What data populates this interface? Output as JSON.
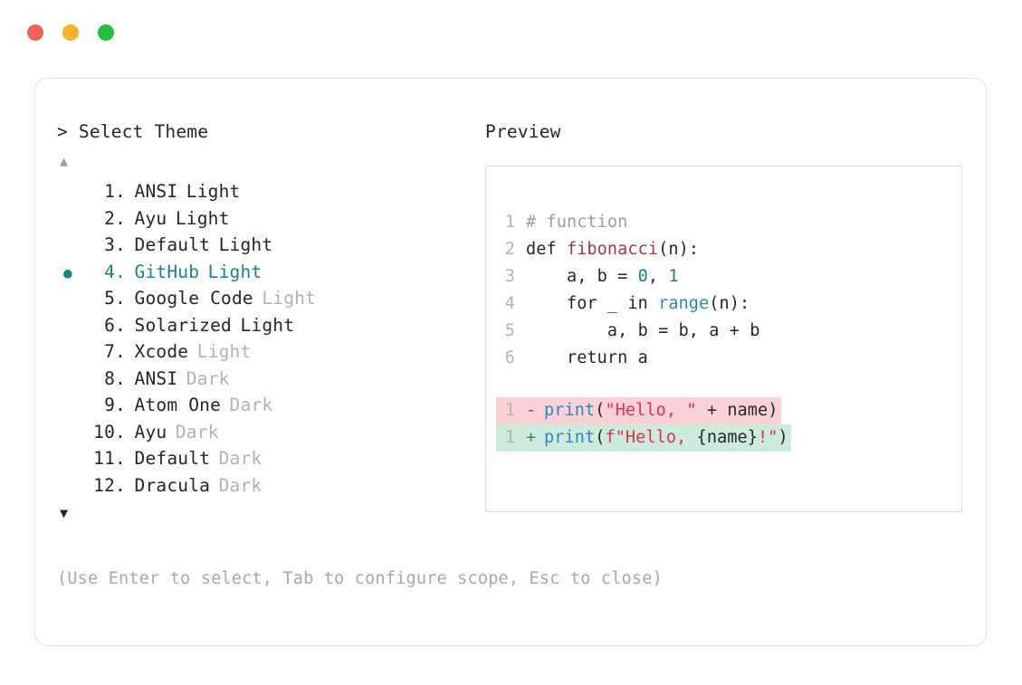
{
  "window": {
    "dots": [
      {
        "name": "close-dot",
        "color": "#f2605a"
      },
      {
        "name": "minimize-dot",
        "color": "#f5b32b"
      },
      {
        "name": "maximize-dot",
        "color": "#22be3f"
      }
    ]
  },
  "prompt": {
    "heading": "> Select Theme",
    "scroll_up": "▲",
    "scroll_down": "▼",
    "hint": "(Use Enter to select, Tab to configure scope, Esc to close)"
  },
  "theme_list": {
    "selected_index": 4,
    "bullet": "●",
    "items": [
      {
        "index": "1.",
        "name": "ANSI",
        "variant": "Light",
        "variant_muted": false,
        "selected": false
      },
      {
        "index": "2.",
        "name": "Ayu",
        "variant": "Light",
        "variant_muted": false,
        "selected": false
      },
      {
        "index": "3.",
        "name": "Default",
        "variant": "Light",
        "variant_muted": false,
        "selected": false
      },
      {
        "index": "4.",
        "name": "GitHub",
        "variant": "Light",
        "variant_muted": false,
        "selected": true
      },
      {
        "index": "5.",
        "name": "Google Code",
        "variant": "Light",
        "variant_muted": true,
        "selected": false
      },
      {
        "index": "6.",
        "name": "Solarized",
        "variant": "Light",
        "variant_muted": false,
        "selected": false
      },
      {
        "index": "7.",
        "name": "Xcode",
        "variant": "Light",
        "variant_muted": true,
        "selected": false
      },
      {
        "index": "8.",
        "name": "ANSI",
        "variant": "Dark",
        "variant_muted": true,
        "selected": false
      },
      {
        "index": "9.",
        "name": "Atom One",
        "variant": "Dark",
        "variant_muted": true,
        "selected": false
      },
      {
        "index": "10.",
        "name": "Ayu",
        "variant": "Dark",
        "variant_muted": true,
        "selected": false
      },
      {
        "index": "11.",
        "name": "Default",
        "variant": "Dark",
        "variant_muted": true,
        "selected": false
      },
      {
        "index": "12.",
        "name": "Dracula",
        "variant": "Dark",
        "variant_muted": true,
        "selected": false
      }
    ]
  },
  "preview": {
    "heading": "Preview",
    "code_lines": [
      {
        "ln": "1",
        "tokens": [
          {
            "t": "# function",
            "c": "comment"
          }
        ]
      },
      {
        "ln": "2",
        "tokens": [
          {
            "t": "def ",
            "c": "keyword"
          },
          {
            "t": "fibonacci",
            "c": "function"
          },
          {
            "t": "(n):",
            "c": "punct"
          }
        ]
      },
      {
        "ln": "3",
        "tokens": [
          {
            "t": "    a, b = ",
            "c": "plain"
          },
          {
            "t": "0",
            "c": "number"
          },
          {
            "t": ", ",
            "c": "plain"
          },
          {
            "t": "1",
            "c": "number"
          }
        ]
      },
      {
        "ln": "4",
        "tokens": [
          {
            "t": "    for _ in ",
            "c": "plain"
          },
          {
            "t": "range",
            "c": "builtin"
          },
          {
            "t": "(n):",
            "c": "punct"
          }
        ]
      },
      {
        "ln": "5",
        "tokens": [
          {
            "t": "        a, b = b, a + b",
            "c": "plain"
          }
        ]
      },
      {
        "ln": "6",
        "tokens": [
          {
            "t": "    return a",
            "c": "plain"
          }
        ]
      }
    ],
    "diff_lines": [
      {
        "ln": "1",
        "sign": "-",
        "kind": "del",
        "tokens": [
          {
            "t": "print",
            "c": "builtin"
          },
          {
            "t": "(",
            "c": "punct"
          },
          {
            "t": "\"Hello, \"",
            "c": "string"
          },
          {
            "t": " + name)",
            "c": "plain"
          }
        ]
      },
      {
        "ln": "1",
        "sign": "+",
        "kind": "add",
        "tokens": [
          {
            "t": "print",
            "c": "builtin"
          },
          {
            "t": "(",
            "c": "punct"
          },
          {
            "t": "f\"Hello, ",
            "c": "string"
          },
          {
            "t": "{name}",
            "c": "plain"
          },
          {
            "t": "!\"",
            "c": "string"
          },
          {
            "t": ")",
            "c": "punct"
          }
        ]
      }
    ]
  },
  "colors": {
    "accent_teal": "#17867f",
    "diff_del_bg": "#fad2d5",
    "diff_add_bg": "#cdebdd",
    "text": "#24262b",
    "muted": "#b3b3b7"
  }
}
